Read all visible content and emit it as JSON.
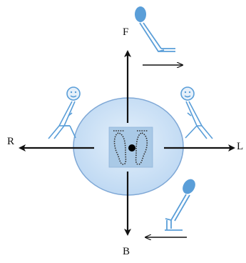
{
  "labels": {
    "forward": "F",
    "backward": "B",
    "right": "R",
    "left": "L"
  },
  "colors": {
    "platform_fill": "#c9e0f7",
    "platform_stroke": "#7fa8d6",
    "figure": "#5a9ed8",
    "arrow": "#111111"
  },
  "icons": {
    "center": "footprints-icon",
    "figures": [
      "seated-person-icon",
      "smiley-face-icon"
    ]
  }
}
